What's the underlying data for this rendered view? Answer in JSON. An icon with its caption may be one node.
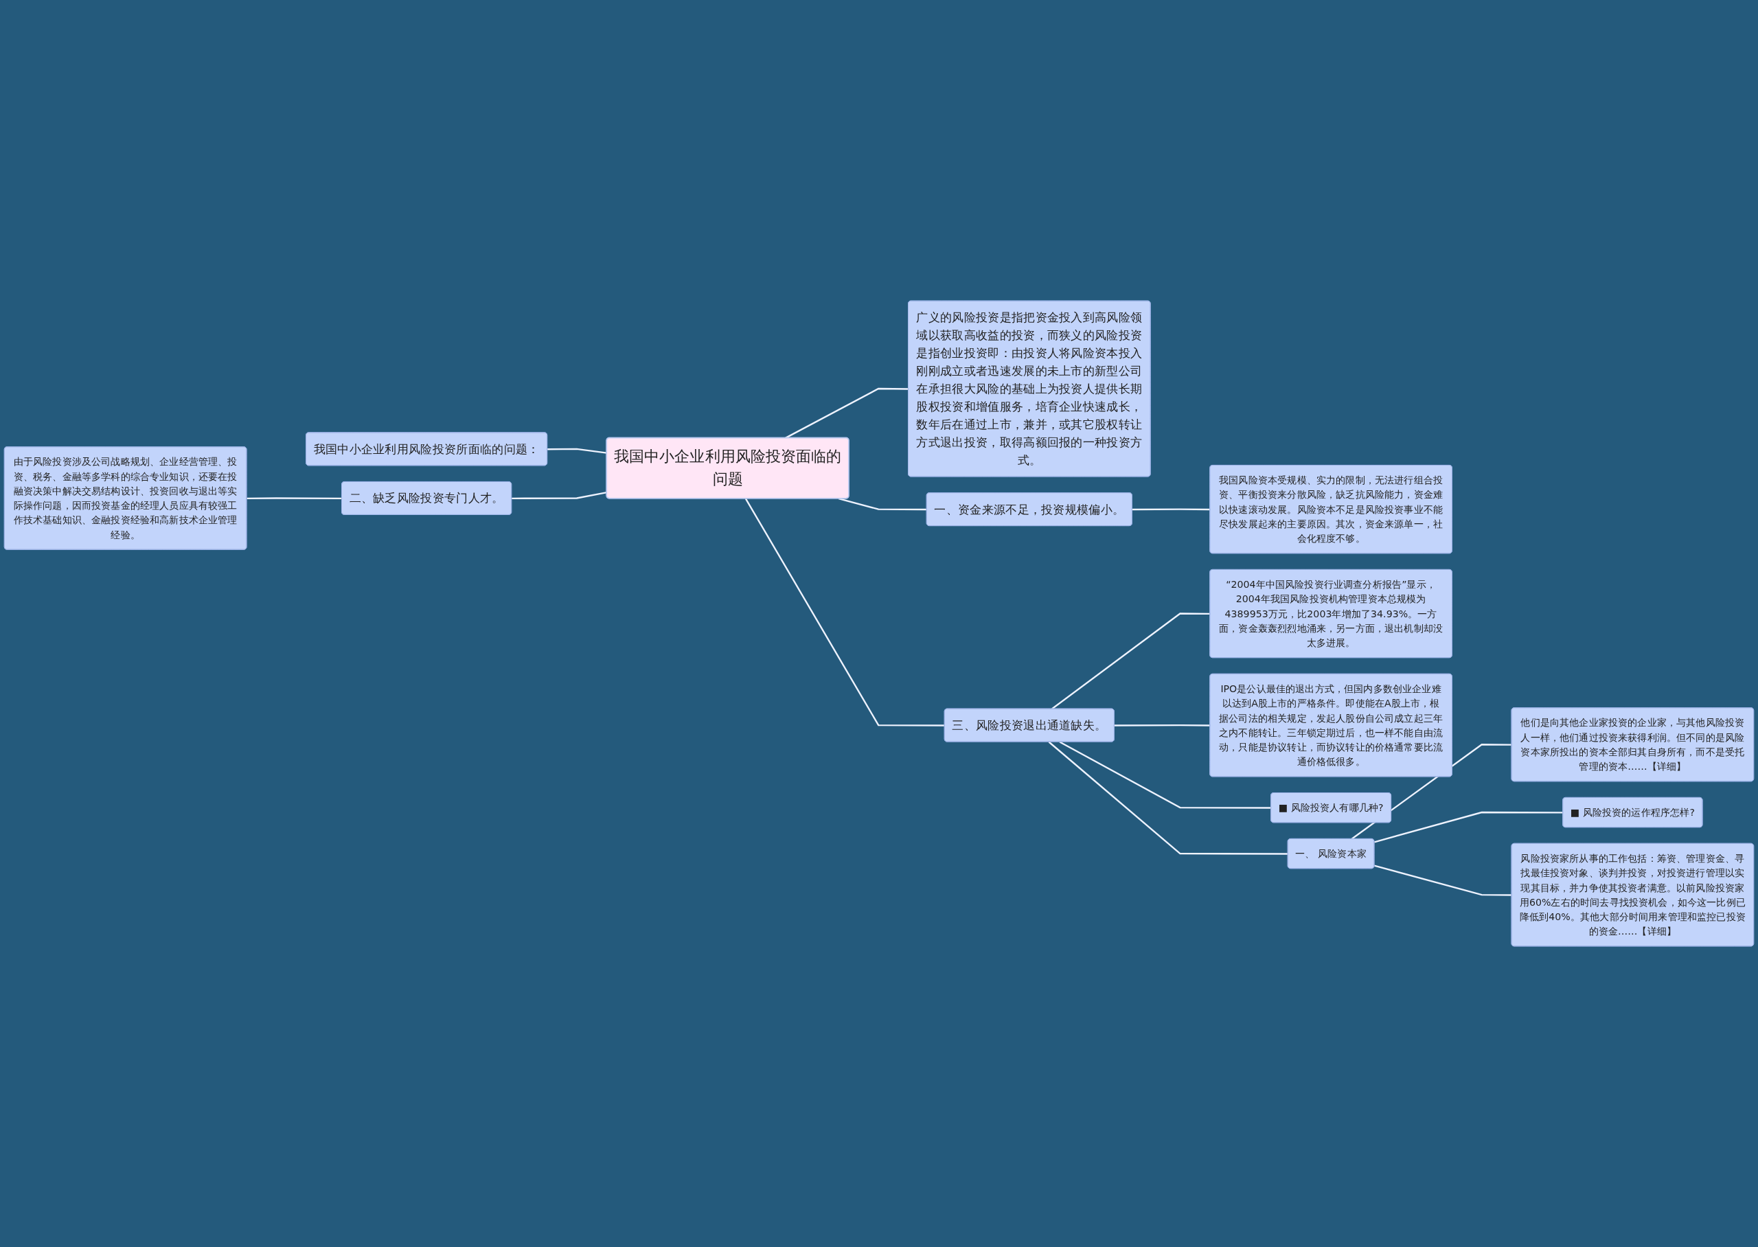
{
  "diagram": {
    "nodes": [
      {
        "text": [
          "我国中小企业利用风险投资面临的问题"
        ]
      },
      {
        "text": [
          "我国中小企业利用风险投资所面临的问题："
        ]
      },
      {
        "text": [
          "二、缺乏风险投资专门人才。"
        ]
      },
      {
        "text": [
          "由于风险投资涉及公司战略规划、企业经营管理、投资、税务、金融等多学科的综合专业知识，还要在投融资决策中解决交易结构设计、投资回收与退出等实际操作问题，因而投资基金的经理人员应具有较强工作技术基础知识、金融投资经验和高新技术企业管理经验。"
        ]
      },
      {
        "text": [
          "广义的风险投资是指把资金投入到高风险领域以获取高收益的投资，而狭义的风险投资是指创业投资即：由投资人将风险资本投入刚刚成立或者迅速发展的未上市的新型公司在承担很大风险的基础上为投资人提供长期股权投资和增值服务，培育企业快速成长，数年后在通过上市，兼并，或其它股权转让方式退出投资，取得高额回报的一种投资方式。"
        ]
      },
      {
        "text": [
          "一、资金来源不足，投资规模偏小。"
        ]
      },
      {
        "text": [
          "我国风险资本受规模、实力的限制，无法进行组合投资、平衡投资来分散风险，缺乏抗风险能力，资金难以快速滚动发展。风险资本不足是风险投资事业不能尽快发展起来的主要原因。其次，资金来源单一，社会化程度不够。"
        ]
      },
      {
        "text": [
          "三、风险投资退出通道缺失。"
        ]
      },
      {
        "text": [
          "“2004年中国风险投资行业调查分析报告”显示，2004年我国风险投资机构管理资本总规模为4389953万元，比2003年增加了34.93%。一方面，资金轰轰烈烈地涌来，另一方面，退出机制却没太多进展。"
        ]
      },
      {
        "text": [
          "IPO是公认最佳的退出方式，但国内多数创业企业难以达到A股上市的严格条件。即使能在A股上市，根据公司法的相关规定，发起人股份自公司成立起三年之内不能转让。三年锁定期过后，也一样不能自由流动，只能是协议转让，而协议转让的价格通常要比流通价格低很多。"
        ]
      },
      {
        "text": [
          "■ 风险投资人有哪几种?"
        ]
      },
      {
        "text": [
          "一、 风险资本家"
        ]
      },
      {
        "text": [
          "他们是向其他企业家投资的企业家，与其他风险投资人一样，他们通过投资来获得利润。但不同的是风险资本家所投出的资本全部归其自身所有，而不是受托管理的资本……【详细】"
        ]
      },
      {
        "text": [
          "■ 风险投资的运作程序怎样?"
        ]
      },
      {
        "text": [
          "风险投资家所从事的工作包括：筹资、管理资金、寻找最佳投资对象、谈判并投资，对投资进行管理以实现其目标，并力争使其投资者满意。以前风险投资家用60%左右的时间去寻找投资机会，如今这一比例已降低到40%。其他大部分时间用来管理和监控已投资的资金……【详细】"
        ]
      }
    ],
    "edges": [
      {
        "from": 0,
        "to": 1,
        "arrow": "none"
      },
      {
        "from": 0,
        "to": 2,
        "arrow": "none"
      },
      {
        "from": 2,
        "to": 3,
        "arrow": "none"
      },
      {
        "from": 0,
        "to": 4,
        "arrow": "none"
      },
      {
        "from": 0,
        "to": 5,
        "arrow": "none"
      },
      {
        "from": 5,
        "to": 6,
        "arrow": "none"
      },
      {
        "from": 0,
        "to": 7,
        "arrow": "none"
      },
      {
        "from": 7,
        "to": 8,
        "arrow": "none"
      },
      {
        "from": 7,
        "to": 9,
        "arrow": "none"
      },
      {
        "from": 7,
        "to": 10,
        "arrow": "none"
      },
      {
        "from": 7,
        "to": 11,
        "arrow": "none"
      },
      {
        "from": 11,
        "to": 12,
        "arrow": "none"
      },
      {
        "from": 11,
        "to": 13,
        "arrow": "none"
      },
      {
        "from": 11,
        "to": 14,
        "arrow": "none"
      }
    ]
  }
}
